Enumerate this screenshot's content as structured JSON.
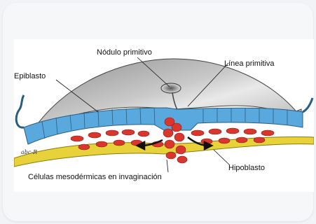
{
  "labels": {
    "nodulo": "Nódulo primitivo",
    "linea": "Línea primitiva",
    "epiblasto": "Epiblasto",
    "hipoblasto": "Hipoblasto",
    "celulas": "Células mesodérmicas en invaginación"
  },
  "signature": "abc-R",
  "colors": {
    "epiblast": "#5aa9de",
    "mesoderm": "#d9372e",
    "hypoblast": "#e8d23a",
    "amnion": "#b8b8b8"
  }
}
